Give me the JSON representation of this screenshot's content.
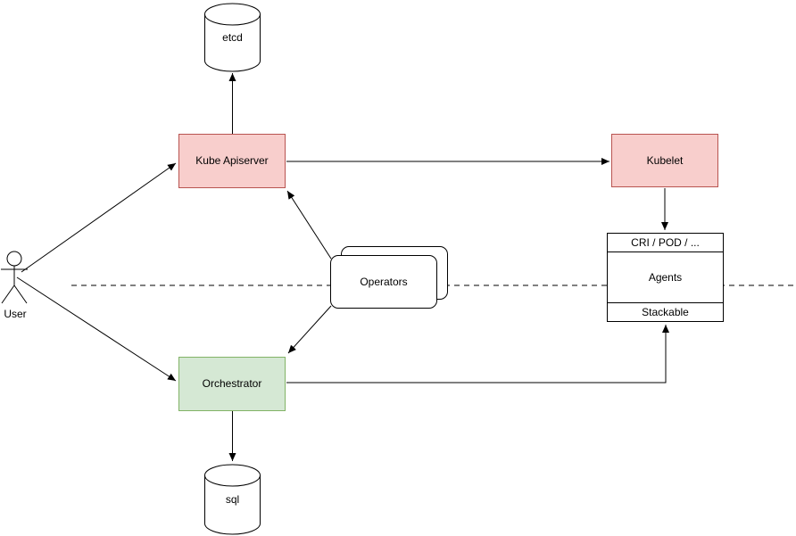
{
  "nodes": {
    "etcd": {
      "label": "etcd",
      "shape": "cylinder"
    },
    "kube_apiserver": {
      "label": "Kube Apiserver",
      "shape": "rectangle",
      "fill": "pink"
    },
    "kubelet": {
      "label": "Kubelet",
      "shape": "rectangle",
      "fill": "pink"
    },
    "operators": {
      "label": "Operators",
      "shape": "stacked-rounded-rectangle"
    },
    "agents": {
      "header": "CRI / POD / ...",
      "body": "Agents",
      "footer": "Stackable",
      "shape": "sectioned-rectangle"
    },
    "orchestrator": {
      "label": "Orchestrator",
      "shape": "rectangle",
      "fill": "green"
    },
    "sql": {
      "label": "sql",
      "shape": "cylinder"
    },
    "user": {
      "label": "User",
      "shape": "actor"
    }
  },
  "edges": [
    {
      "from": "user",
      "to": "kube_apiserver",
      "arrow": "end"
    },
    {
      "from": "user",
      "to": "orchestrator",
      "arrow": "end"
    },
    {
      "from": "kube_apiserver",
      "to": "etcd",
      "arrow": "end"
    },
    {
      "from": "kube_apiserver",
      "to": "kubelet",
      "arrow": "end"
    },
    {
      "from": "operators",
      "to": "kube_apiserver",
      "arrow": "end"
    },
    {
      "from": "operators",
      "to": "orchestrator",
      "arrow": "end"
    },
    {
      "from": "kubelet",
      "to": "agents",
      "arrow": "end"
    },
    {
      "from": "orchestrator",
      "to": "agents.footer",
      "arrow": "end"
    },
    {
      "from": "orchestrator",
      "to": "sql",
      "arrow": "end"
    }
  ],
  "divider": {
    "style": "dashed",
    "orientation": "horizontal"
  },
  "colors": {
    "pink_fill": "#f8cecc",
    "pink_border": "#b85450",
    "green_fill": "#d5e8d4",
    "green_border": "#82b366",
    "line": "#000000",
    "text": "#000000",
    "background": "#ffffff"
  }
}
